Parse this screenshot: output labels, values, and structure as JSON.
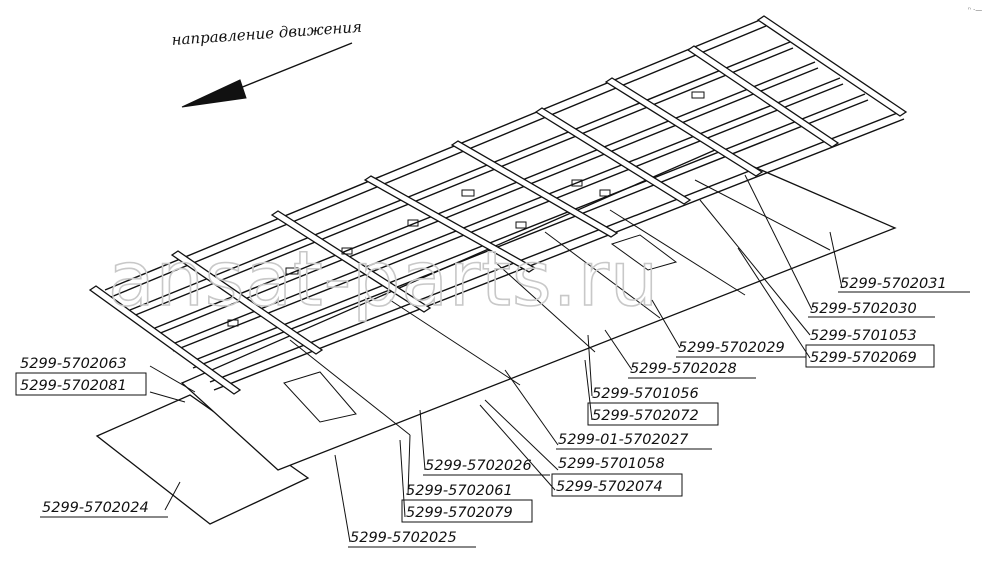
{
  "direction_label": "направление движения",
  "watermark": "ansat-parts.ru",
  "corner_mark": "ⁿ ·—",
  "callouts": {
    "c031": "5299-5702031",
    "c030": "5299-5702030",
    "c1053": "5299-5701053",
    "c069": "5299-5702069",
    "c029": "5299-5702029",
    "c028": "5299-5702028",
    "c1056": "5299-5701056",
    "c072": "5299-5702072",
    "c027": "5299-01-5702027",
    "c1058": "5299-5701058",
    "c074": "5299-5702074",
    "c026": "5299-5702026",
    "c061": "5299-5702061",
    "c079": "5299-5702079",
    "c025": "5299-5702025",
    "c024": "5299-5702024",
    "c063": "5299-5702063",
    "c081": "5299-5702081"
  }
}
